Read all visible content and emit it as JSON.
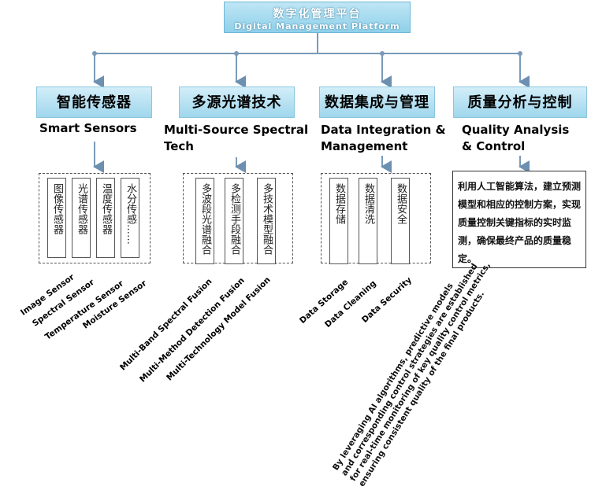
{
  "top": {
    "cn": "数字化管理平台",
    "en": "Digital Management Platform"
  },
  "categories": [
    {
      "cn": "智能传感器",
      "en": "Smart Sensors",
      "items": [
        {
          "cn": "图像传感器",
          "en": "Image Sensor"
        },
        {
          "cn": "光谱传感器",
          "en": "Spectral Sensor"
        },
        {
          "cn": "温度传感器",
          "en": "Temperature Sensor"
        },
        {
          "cn": "水分传感……",
          "en": "Moisture Sensor"
        }
      ]
    },
    {
      "cn": "多源光谱技术",
      "en": "Multi-Source Spectral Tech",
      "items": [
        {
          "cn": "多波段光谱融合",
          "en": "Multi-Band Spectral Fusion"
        },
        {
          "cn": "多检测手段融合",
          "en": "Multi-Method Detection Fusion"
        },
        {
          "cn": "多技术模型融合",
          "en": "Multi-Technology Model Fusion"
        }
      ]
    },
    {
      "cn": "数据集成与管理",
      "en": "Data Integration & Management",
      "items": [
        {
          "cn": "数据存储",
          "en": "Data Storage"
        },
        {
          "cn": "数据清洗",
          "en": "Data Cleaning"
        },
        {
          "cn": "数据安全",
          "en": "Data Security"
        }
      ]
    },
    {
      "cn": "质量分析与控制",
      "en": "Quality Analysis & Control",
      "description": "利用人工智能算法，建立预测模型和相应的控制方案，实现质量控制关键指标的实时监测，确保最终产品的质量稳定。",
      "description_en_lines": [
        "By leveraging AI algorithms, predictive models",
        "and corresponding control strategies are established",
        "for real-time monitoring of key quality control metrics,",
        "ensuring consistent quality of the final products."
      ]
    }
  ]
}
